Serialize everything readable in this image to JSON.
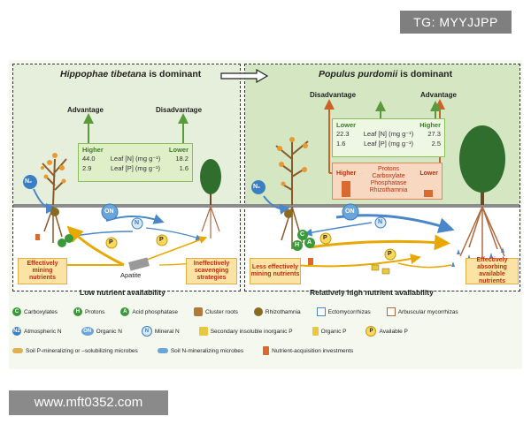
{
  "watermarks": {
    "top": "TG: MYYJJPP",
    "bottom": "www.mft0352.com"
  },
  "left_panel": {
    "title_species": "Hippophae tibetana",
    "title_suffix": " is dominant",
    "advantage": "Advantage",
    "disadvantage": "Disadvantage",
    "table": {
      "higher": "Higher",
      "lower": "Lower",
      "rows": [
        {
          "left": "44.0",
          "label": "Leaf [N] (mg g⁻¹)",
          "right": "18.2"
        },
        {
          "left": "2.9",
          "label": "Leaf [P] (mg g⁻¹)",
          "right": "1.6"
        }
      ]
    },
    "box_left": "Effectively mining nutrients",
    "box_right": "Ineffectively scavenging strategies",
    "mineral": "Apatite",
    "footer": "Low nutrient availability"
  },
  "right_panel": {
    "title_species": "Populus purdomii",
    "title_suffix": " is dominant",
    "disadvantage": "Disadvantage",
    "advantage": "Advantage",
    "table": {
      "lower": "Lower",
      "higher": "Higher",
      "rows": [
        {
          "left": "22.3",
          "label": "Leaf [N] (mg g⁻¹)",
          "right": "27.3"
        },
        {
          "left": "1.6",
          "label": "Leaf [P] (mg g⁻¹)",
          "right": "2.5"
        }
      ]
    },
    "investment": {
      "higher": "Higher",
      "lower": "Lower",
      "items": [
        "Protons",
        "Carboxylate",
        "Phosphatase",
        "Rhizothamnia"
      ]
    },
    "box_left": "Less effectively mining nutrients",
    "box_right": "Effectively absorbing available nutrients",
    "footer": "Relatively high nutrient availability"
  },
  "legend": {
    "row1": [
      {
        "icon": "C",
        "text": "Carboxylates"
      },
      {
        "icon": "H",
        "text": "Protons"
      },
      {
        "icon": "A",
        "text": "Acid phosphatase"
      },
      {
        "icon": "",
        "text": "Cluster roots"
      },
      {
        "icon": "",
        "text": "Rhizothamnia"
      },
      {
        "icon": "",
        "text": "Ectomycorrhizas"
      },
      {
        "icon": "",
        "text": "Arbuscular mycorrhizas"
      }
    ],
    "row2": [
      {
        "icon": "N2",
        "text": "Atmospheric N"
      },
      {
        "icon": "ON",
        "text": "Organic N"
      },
      {
        "icon": "N",
        "text": "Mineral N"
      },
      {
        "icon": "",
        "text": "Secondary insoluble inorganic P"
      },
      {
        "icon": "",
        "text": "Organic P"
      },
      {
        "icon": "P",
        "text": "Available P"
      }
    ],
    "row3": [
      {
        "icon": "",
        "text": "Soil P-mineralizing or –solubilizing microbes"
      },
      {
        "icon": "",
        "text": "Soil N-mineralizing microbes"
      },
      {
        "icon": "",
        "text": "Nutrient-acquisition investments"
      }
    ]
  },
  "diagram_labels": {
    "n2": "N₂",
    "on": "ON",
    "n": "N",
    "p": "P",
    "c": "C",
    "h": "H",
    "a": "A"
  },
  "colors": {
    "green_panel": "#e3efd3",
    "soil": "#ffffff",
    "orange_arrow": "#c8642a",
    "green_arrow": "#5a9a3a",
    "blue_arrow": "#4a86c8",
    "yellow_arrow": "#f0b400"
  }
}
